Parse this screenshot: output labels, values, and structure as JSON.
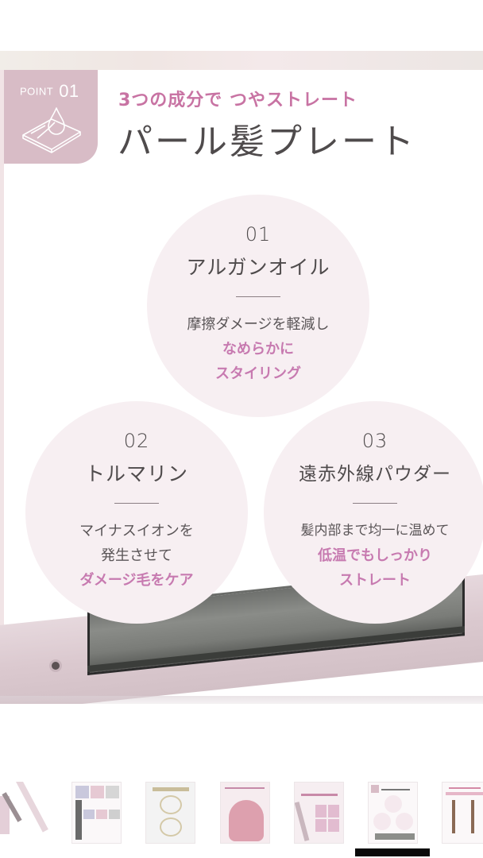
{
  "product_image": {
    "badge": {
      "label": "POINT",
      "number": "01",
      "icon": "plate-droplet-icon"
    },
    "subtitle": "3つの成分で つやストレート",
    "title": "パール髪プレート",
    "ingredients": [
      {
        "number": "01",
        "name": "アルガンオイル",
        "description": "摩擦ダメージを軽減し",
        "highlight_lines": [
          "なめらかに",
          "スタイリング"
        ]
      },
      {
        "number": "02",
        "name": "トルマリン",
        "description_lines": [
          "マイナスイオンを",
          "発生させて"
        ],
        "highlight": "ダメージ毛をケア"
      },
      {
        "number": "03",
        "name": "遠赤外線パウダー",
        "description": "髪内部まで均一に温めて",
        "highlight_lines": [
          "低温でもしっかり",
          "ストレート"
        ]
      }
    ],
    "colors": {
      "badge": "#d8bcc6",
      "accent_pink": "#c873a3",
      "title_gray": "#4f4b4c",
      "circle_bg": "#f7eff2"
    }
  },
  "thumbnails": {
    "count": 7,
    "active_index": 5,
    "items": [
      {
        "label": "product-photo"
      },
      {
        "label": "color-comparison-table"
      },
      {
        "label": "award-no1"
      },
      {
        "label": "pearl-hair-color"
      },
      {
        "label": "pearl-plate-features"
      },
      {
        "label": "pearl-plate-ingredients"
      },
      {
        "label": "before-after"
      }
    ]
  }
}
